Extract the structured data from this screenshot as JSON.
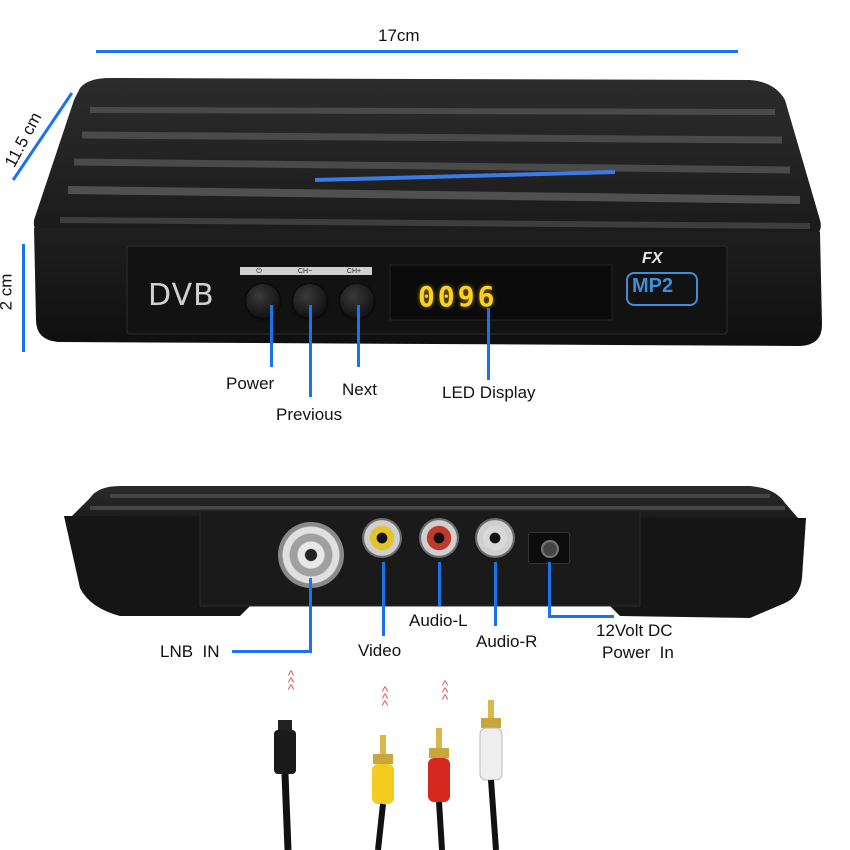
{
  "dimensions": {
    "width": "17cm",
    "depth": "11.5 cm",
    "height": "2 cm"
  },
  "front_panel": {
    "brand_left": "DVB",
    "brand_right_top": "FX",
    "brand_right_bottom": "MP2",
    "button_labels": [
      "⏻",
      "CH−",
      "CH+"
    ],
    "led_value": "0096"
  },
  "front_callouts": {
    "power": "Power",
    "previous": "Previous",
    "next": "Next",
    "led": "LED Display"
  },
  "rear_callouts": {
    "lnb": "LNB  IN",
    "video": "Video",
    "audio_l": "Audio-L",
    "audio_r": "Audio-R",
    "power_line1": "12Volt DC",
    "power_line2": "Power  In"
  },
  "colors": {
    "accent": "#1a73e8",
    "video_jack": "#e3c22a",
    "audio_l_jack": "#c0392b",
    "audio_r_jack": "#d8d8d8",
    "led": "#ffd21a"
  }
}
